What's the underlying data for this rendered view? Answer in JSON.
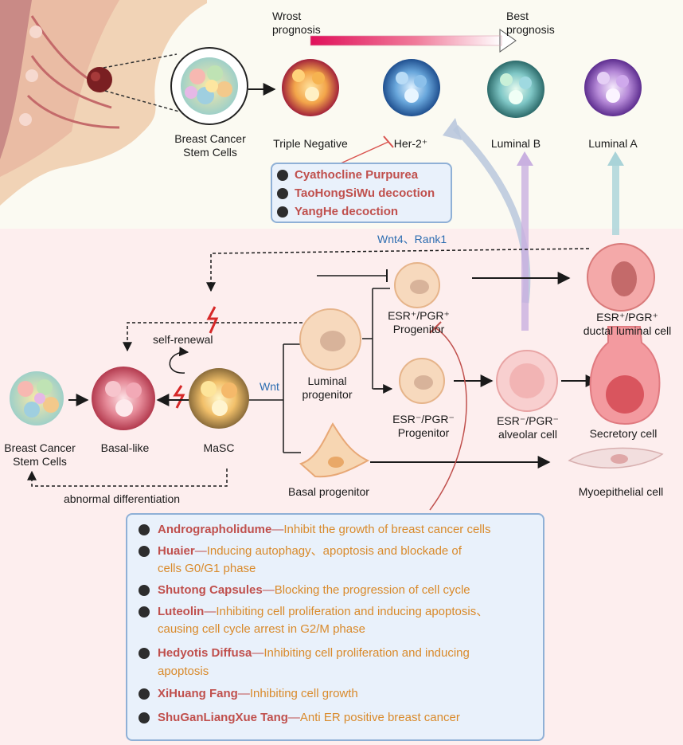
{
  "prognosis": {
    "worst": "Wrost\nprognosis",
    "best": "Best\nprognosis"
  },
  "labels": {
    "bcsc_top": "Breast Cancer\nStem Cells",
    "triple_negative": "Triple Negative",
    "her2": "Her-2⁺",
    "luminal_b": "Luminal B",
    "luminal_a": "Luminal A",
    "wnt4_rank1": "Wnt4、Rank1",
    "self_renewal": "self-renewal",
    "bcsc_bottom": "Breast Cancer\nStem Cells",
    "basal_like": "Basal-like",
    "masc": "MaSC",
    "wnt": "Wnt",
    "luminal_progenitor": "Luminal\nprogenitor",
    "basal_progenitor": "Basal progenitor",
    "esr_pgr_pos_progenitor": "ESR⁺/PGR⁺\nProgenitor",
    "esr_pgr_neg_progenitor": "ESR⁻/PGR⁻\nProgenitor",
    "alveolar_cell": "ESR⁻/PGR⁻\nalveolar cell",
    "ductal_luminal_cell": "ESR⁺/PGR⁺\nductal luminal cell",
    "secretory_cell": "Secretory cell",
    "myoepithelial_cell": "Myoepithelial cell",
    "abnormal_differentiation": "abnormal differentiation"
  },
  "top_box": [
    "Cyathocline Purpurea",
    "TaoHongSiWu decoction",
    "YangHe decoction"
  ],
  "bottom_box": [
    {
      "name": "Andrographolidume",
      "sep": "—",
      "effect": "Inhibit the growth of breast cancer cells"
    },
    {
      "name": "Huaier",
      "sep": "—",
      "effect": "Inducing autophagy、apoptosis and blockade of",
      "effect2": "cells G0/G1 phase"
    },
    {
      "name": "Shutong Capsules",
      "sep": "—",
      "effect": "Blocking the progression of cell cycle"
    },
    {
      "name": "Luteolin",
      "sep": "—",
      "effect": "Inhibiting cell proliferation and inducing apoptosis、",
      "effect2": "causing cell cycle arrest in G2/M phase"
    },
    {
      "name": "Hedyotis Diffusa",
      "sep": "—",
      "effect": "Inhibiting cell proliferation and inducing",
      "effect2": "apoptosis"
    },
    {
      "name": "XiHuang Fang",
      "sep": "—",
      "effect": "Inhibiting cell growth"
    },
    {
      "name": "ShuGanLiangXue Tang",
      "sep": "—",
      "effect": "Anti ER positive breast cancer"
    }
  ],
  "colors": {
    "herb_name": "#c0504d",
    "herb_effect": "#d98a2b",
    "box_fill": "#e9f1fb",
    "box_border": "#8fb0d6",
    "prognosis_worst": "#e0105a",
    "prognosis_best": "#ffffff"
  }
}
